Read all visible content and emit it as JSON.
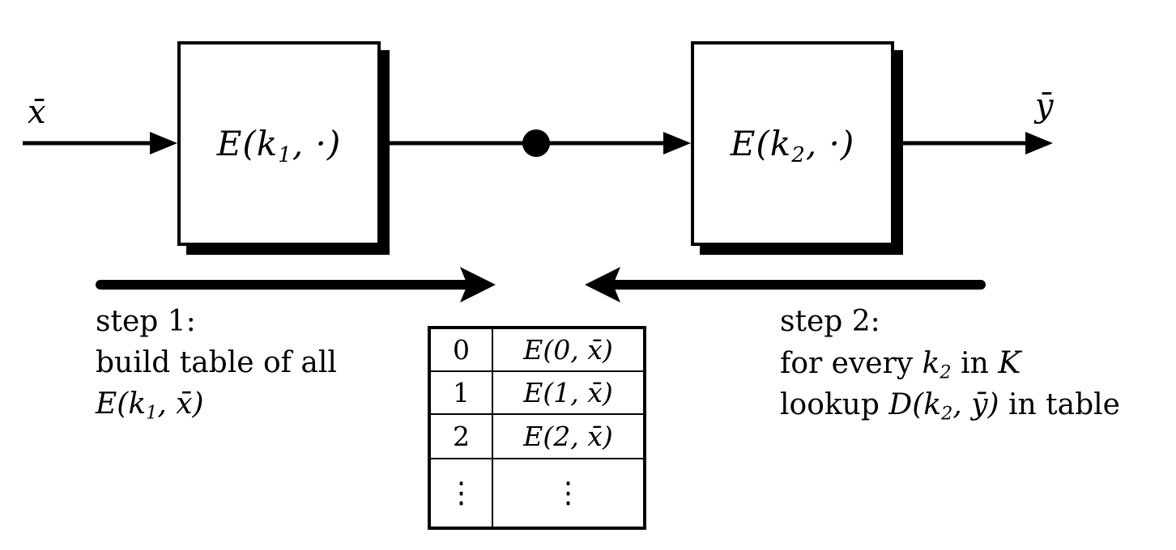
{
  "colors": {
    "ink": "#000000",
    "paper": "#ffffff"
  },
  "pipeline": {
    "input_label": "x̄",
    "output_label": "ȳ",
    "box1": {
      "pre": "E(",
      "key": "k",
      "sub": "1",
      "post": ", ·)"
    },
    "box2": {
      "pre": "E(",
      "key": "k",
      "sub": "2",
      "post": ", ·)"
    }
  },
  "step1": {
    "title": "step 1:",
    "line2": "build table of all",
    "math": {
      "pre": "E(",
      "key": "k",
      "sub": "1",
      "post": ", x̄)"
    }
  },
  "step2": {
    "title": "step 2:",
    "line2": {
      "pre": "for every ",
      "key": "k",
      "sub": "2",
      "mid": " in ",
      "keyspace": "K"
    },
    "line3": {
      "pre": "lookup ",
      "fn": "D(",
      "key": "k",
      "sub": "2",
      "close": ", ȳ)",
      "post": " in table"
    }
  },
  "table": {
    "rows": [
      {
        "key": "0",
        "value": "E(0, x̄)"
      },
      {
        "key": "1",
        "value": "E(1, x̄)"
      },
      {
        "key": "2",
        "value": "E(2, x̄)"
      },
      {
        "key": "⋮",
        "value": "⋮"
      }
    ]
  }
}
